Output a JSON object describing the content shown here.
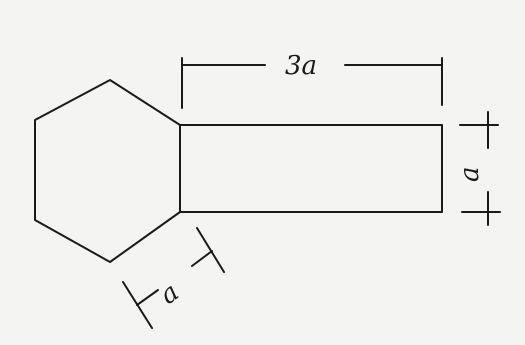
{
  "figure": {
    "length_label": "3a",
    "width_label": "a",
    "side_label": "a"
  }
}
